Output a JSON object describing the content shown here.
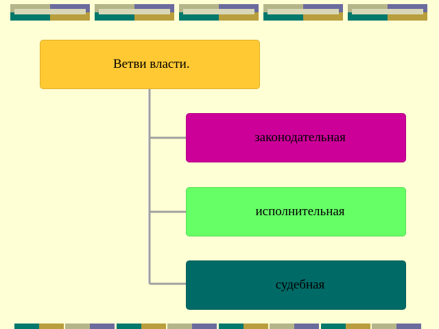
{
  "diagram": {
    "root": {
      "label": "Ветви власти."
    },
    "children": [
      {
        "label": "законодательная"
      },
      {
        "label": "исполнительная"
      },
      {
        "label": "судебная"
      }
    ]
  },
  "colors": {
    "background": "#FFFFD5",
    "root_box": "#FFC933",
    "legislative_box": "#CC0099",
    "executive_box": "#66FF66",
    "judicial_box": "#006A66",
    "connector": "#A0A0A0",
    "tile_green": "#00786C",
    "tile_purple": "#6B6B9E",
    "tile_olive": "#B5B58A",
    "tile_gold": "#B89E3C",
    "tile_light": "#D8D8B8"
  }
}
